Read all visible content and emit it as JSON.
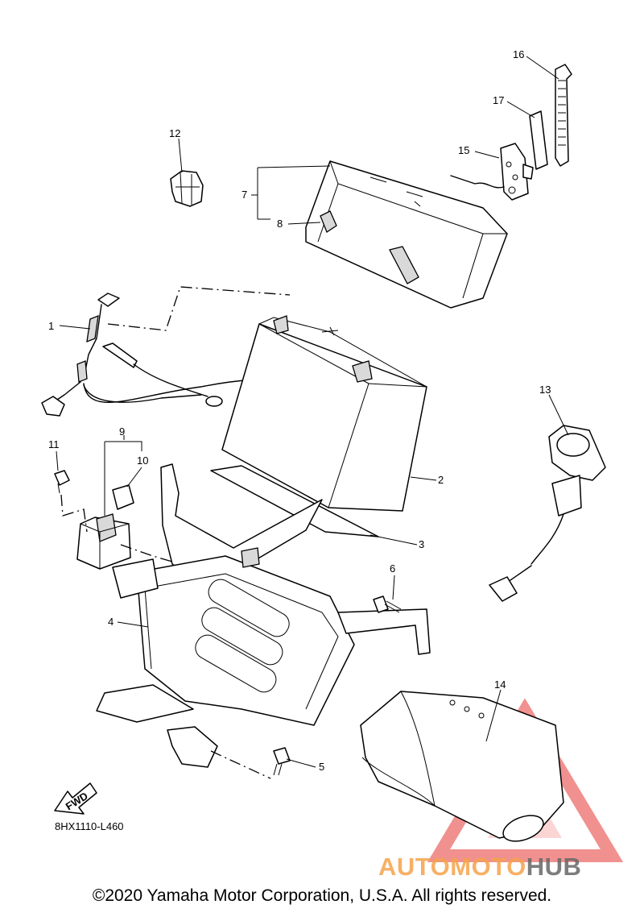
{
  "callouts": [
    {
      "id": "1",
      "label": "1"
    },
    {
      "id": "2",
      "label": "2"
    },
    {
      "id": "3",
      "label": "3"
    },
    {
      "id": "4",
      "label": "4"
    },
    {
      "id": "5",
      "label": "5"
    },
    {
      "id": "6",
      "label": "6"
    },
    {
      "id": "7",
      "label": "7"
    },
    {
      "id": "8",
      "label": "8"
    },
    {
      "id": "9",
      "label": "9"
    },
    {
      "id": "10",
      "label": "10"
    },
    {
      "id": "11",
      "label": "11"
    },
    {
      "id": "12",
      "label": "12"
    },
    {
      "id": "13",
      "label": "13"
    },
    {
      "id": "14",
      "label": "14"
    },
    {
      "id": "15",
      "label": "15"
    },
    {
      "id": "16",
      "label": "16"
    },
    {
      "id": "17",
      "label": "17"
    }
  ],
  "direction_label": "FWD",
  "diagram_code": "8HX1110-L460",
  "watermark": {
    "part1": "AUTOMOTO",
    "part2": "HUB",
    "color1": "#f4a24a",
    "color2": "#666666",
    "triangle_color": "#e53935"
  },
  "copyright": "©2020 Yamaha Motor Corporation, U.S.A. All rights reserved."
}
